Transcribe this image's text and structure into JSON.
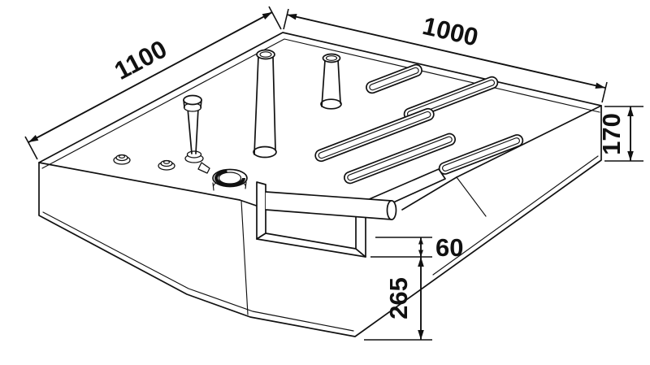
{
  "colors": {
    "background": "#ffffff",
    "line": "#111111"
  },
  "dimensions": {
    "top_left": "1100",
    "top_right": "1000",
    "side_height": "170",
    "bracket_offset": "60",
    "front_depth": "265"
  }
}
